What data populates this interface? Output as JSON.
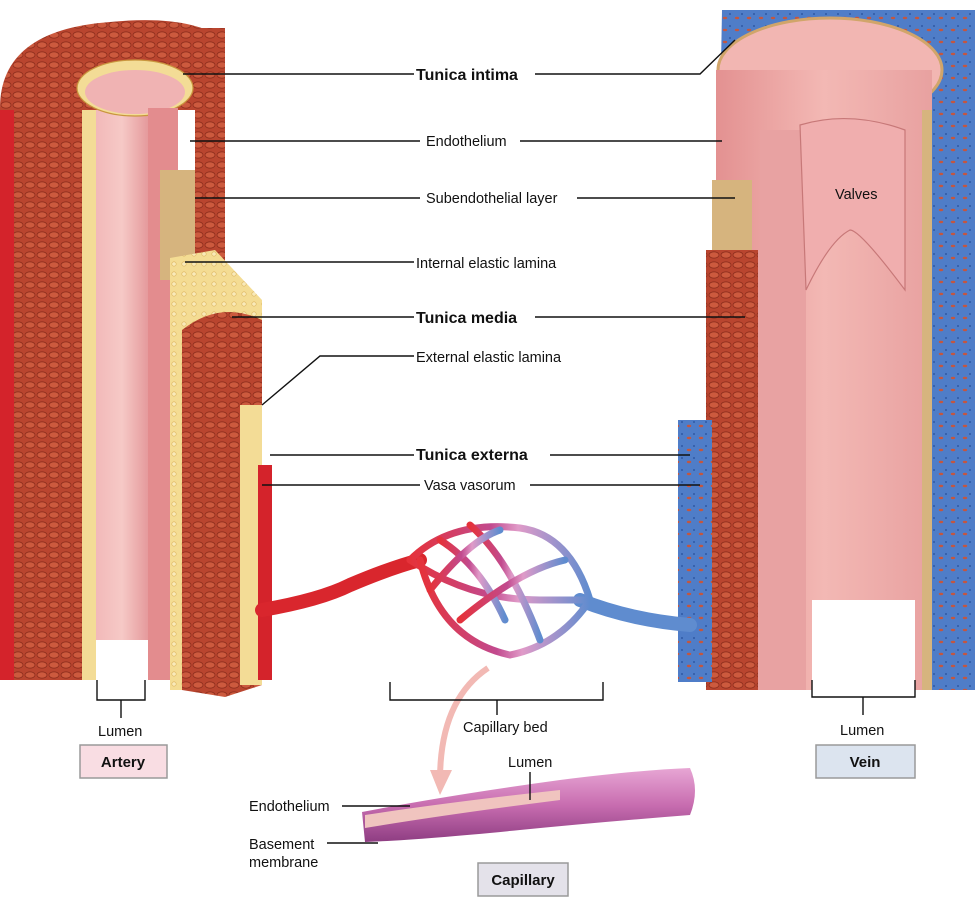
{
  "labels": {
    "tunica_intima": "Tunica intima",
    "endothelium": "Endothelium",
    "subendothelial_layer": "Subendothelial layer",
    "internal_elastic_lamina": "Internal elastic lamina",
    "tunica_media": "Tunica media",
    "external_elastic_lamina": "External elastic lamina",
    "tunica_externa": "Tunica externa",
    "vasa_vasorum": "Vasa vasorum",
    "valves": "Valves",
    "artery_lumen": "Lumen",
    "vein_lumen": "Lumen",
    "capillary_bed": "Capillary bed",
    "capillary_lumen": "Lumen",
    "capillary_endothelium": "Endothelium",
    "basement_membrane_line1": "Basement",
    "basement_membrane_line2": "membrane"
  },
  "tags": {
    "artery": "Artery",
    "vein": "Vein",
    "capillary": "Capillary"
  },
  "colors": {
    "artery_red": "#d4232b",
    "muscle_red": "#b8442e",
    "intima_pink": "#e9a2a4",
    "elastic_yellow": "#f3dc96",
    "subendo_tan": "#d6b47e",
    "vein_blue": "#4a78c4",
    "capillary_pink": "#d98fc2",
    "artery_tag_bg": "#f9dde3",
    "vein_tag_bg": "#dce4ef",
    "capillary_tag_bg": "#e4e2ea"
  }
}
